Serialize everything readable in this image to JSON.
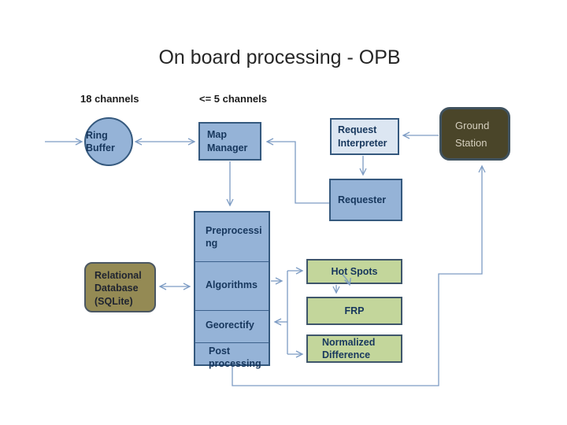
{
  "slide": {
    "title": "On board processing - OPB"
  },
  "annotations": {
    "channels_18": "18 channels",
    "channels_5": "<= 5 channels"
  },
  "nodes": {
    "ring_buffer": "Ring Buffer",
    "map_manager": "Map Manager",
    "request_interpreter": "Request Interpreter",
    "requester": "Requester",
    "ground_station": "Ground Station",
    "relational_database": "Relational Database (SQLite)",
    "hot_spots": "Hot Spots",
    "frp": "FRP",
    "normalized_difference": "Normalized Difference"
  },
  "pipeline": {
    "sections": [
      "Preprocessing",
      "Algorithms",
      "Georectify",
      "Post processing"
    ]
  },
  "colors": {
    "node_blue_fill": "#95b3d7",
    "node_blue_border": "#35597e",
    "node_light_blue_fill": "#dce6f2",
    "node_green_fill": "#c3d69b",
    "node_green_border": "#3f566b",
    "database_olive_fill": "#948a54",
    "ground_station_fill": "#4a4529",
    "ground_station_text": "#d5cfbe",
    "connector_blue": "#7d9cc4",
    "label_navy": "#17375d",
    "title_text": "#262626"
  }
}
